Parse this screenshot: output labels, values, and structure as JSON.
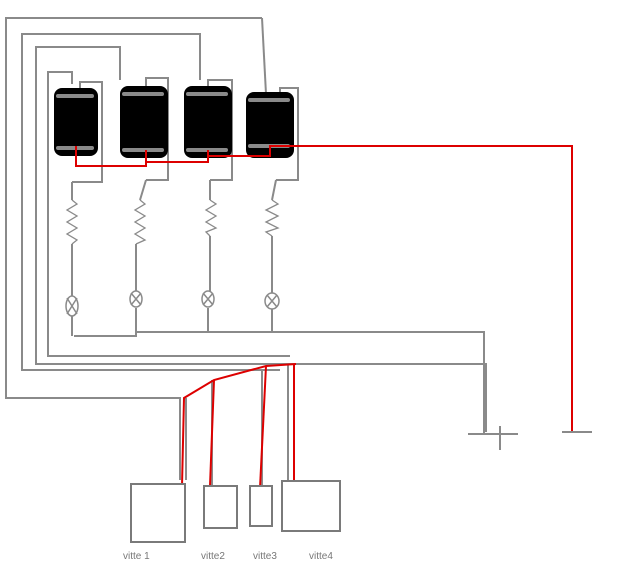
{
  "labels": {
    "vitte1": "vitte 1",
    "vitte2": "vitte2",
    "vitte3": "vitte3",
    "vitte4": "vitte4"
  },
  "colors": {
    "wire_gray": "#8a8a8a",
    "wire_red": "#dd0000",
    "switch_body": "#000000"
  }
}
